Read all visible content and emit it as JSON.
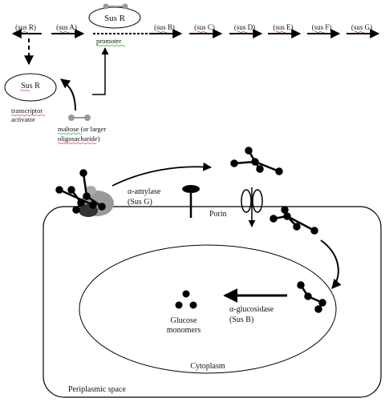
{
  "operon": {
    "genes": [
      "(sus R)",
      "(sus A)",
      "(sus B)",
      "(sus C)",
      "(sus D)",
      "(sus E)",
      "(sus F)",
      "(sus G)"
    ],
    "promoter_label": "promoter",
    "regulator_top": "Sus R"
  },
  "regulation": {
    "regulator_label": "Sus R",
    "regulator_role_line1": "transcriptor",
    "regulator_role_line2": "activator",
    "inducer_line1": "maltose (or larger",
    "inducer_line2": "oligosacharide)"
  },
  "cell": {
    "amylase_line1": "α-amylase",
    "amylase_line2": "(Sus G)",
    "porin_label": "Porin",
    "glucosidase_line1": "α-glucosidase",
    "glucosidase_line2": "(Sus B)",
    "monomers_line1": "Glucose",
    "monomers_line2": "monomers",
    "cytoplasm_label": "Cytoplasm",
    "periplasm_label": "Periplasmic space"
  }
}
